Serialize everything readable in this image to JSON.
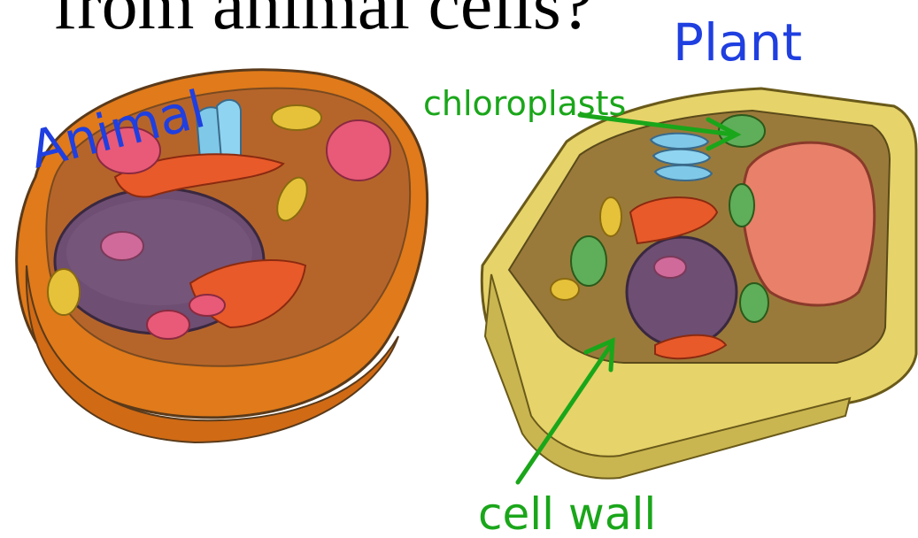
{
  "slide": {
    "title_fragment": "from animal cells?"
  },
  "annotations": {
    "animal": "Animal",
    "plant": "Plant",
    "chloroplasts": "chloroplasts",
    "cell_wall": "cell wall"
  },
  "colors": {
    "animal_label": "#1f3fe0",
    "plant_label": "#1f3fe0",
    "arrow_green": "#1aa61a",
    "animal_membrane": "#e07a1a",
    "animal_cytoplasm": "#b6652a",
    "plant_wall": "#e6d36a",
    "plant_cytoplasm": "#9a7a3a",
    "nucleus": "#6e4e72",
    "vacuole": "#e8806a",
    "chloroplast": "#5fae5a",
    "golgi": "#7fc8e8",
    "er": "#e85a2a",
    "mitochondria": "#e6c23a",
    "vesicle": "#e85a78"
  }
}
